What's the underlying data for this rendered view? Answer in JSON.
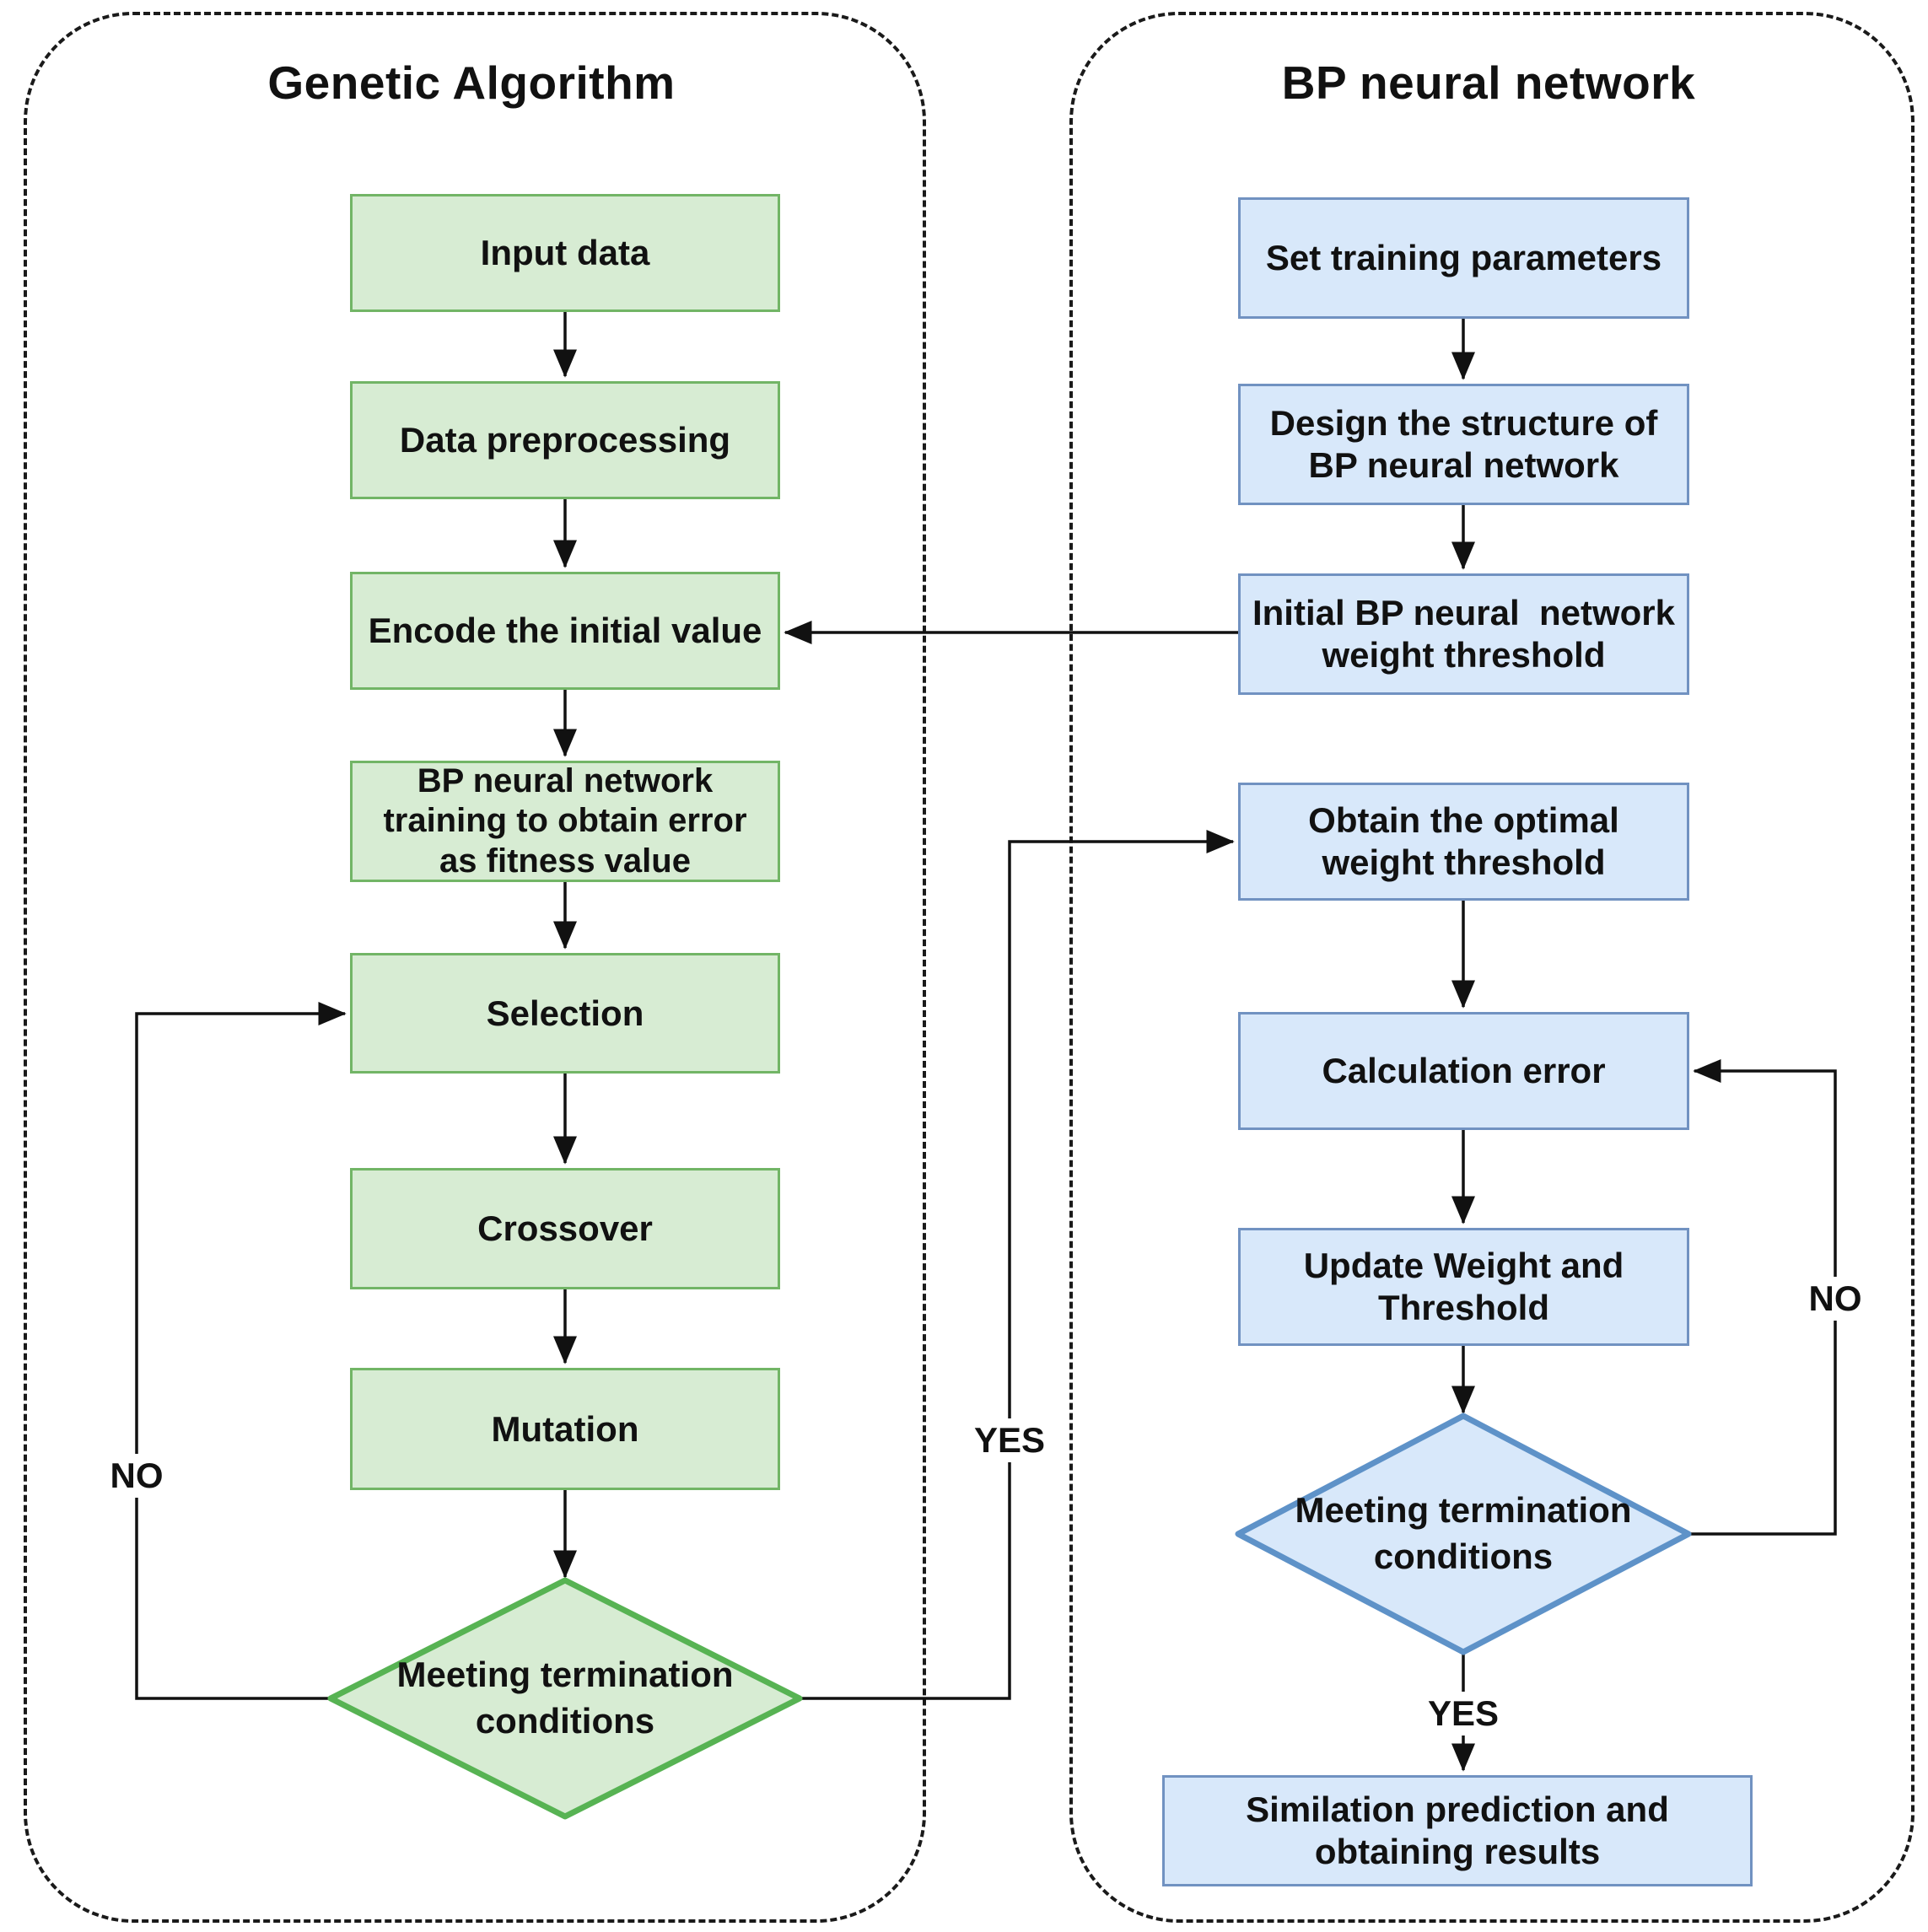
{
  "colors": {
    "green_fill": "#d7ecd3",
    "green_border": "#72b566",
    "green_diamond_border": "#57b353",
    "blue_fill": "#d8e8fa",
    "blue_border": "#7192c1",
    "blue_diamond_border": "#5e92c8",
    "line": "#111111",
    "panel_border": "#1a1a1a",
    "text": "#111111"
  },
  "left_panel": {
    "title": "Genetic Algorithm",
    "nodes": {
      "input_data": "Input data",
      "data_preprocessing": "Data preprocessing",
      "encode": "Encode the initial value",
      "bp_training": "BP neural network\ntraining to obtain error\nas fitness value",
      "selection": "Selection",
      "crossover": "Crossover",
      "mutation": "Mutation",
      "decision": "Meeting termination\nconditions"
    },
    "labels": {
      "no": "NO",
      "yes": "YES"
    }
  },
  "right_panel": {
    "title": "BP neural network",
    "nodes": {
      "set_params": "Set training parameters",
      "design": "Design the structure of\nBP neural network",
      "initial_weights": "Initial BP neural  network\nweight threshold",
      "obtain": "Obtain the optimal\nweight threshold",
      "calc_error": "Calculation error",
      "update": "Update Weight and\nThreshold",
      "decision": "Meeting termination\nconditions",
      "result": "Similation prediction and\nobtaining results"
    },
    "labels": {
      "no": "NO",
      "yes": "YES"
    }
  },
  "edges": {
    "ga_decision_no_target": "Selection",
    "ga_decision_yes_target": "Obtain the optimal weight threshold",
    "bp_initial_weights_target": "Encode the initial value",
    "bp_decision_no_target": "Calculation error",
    "bp_decision_yes_target": "Similation prediction and obtaining results"
  }
}
